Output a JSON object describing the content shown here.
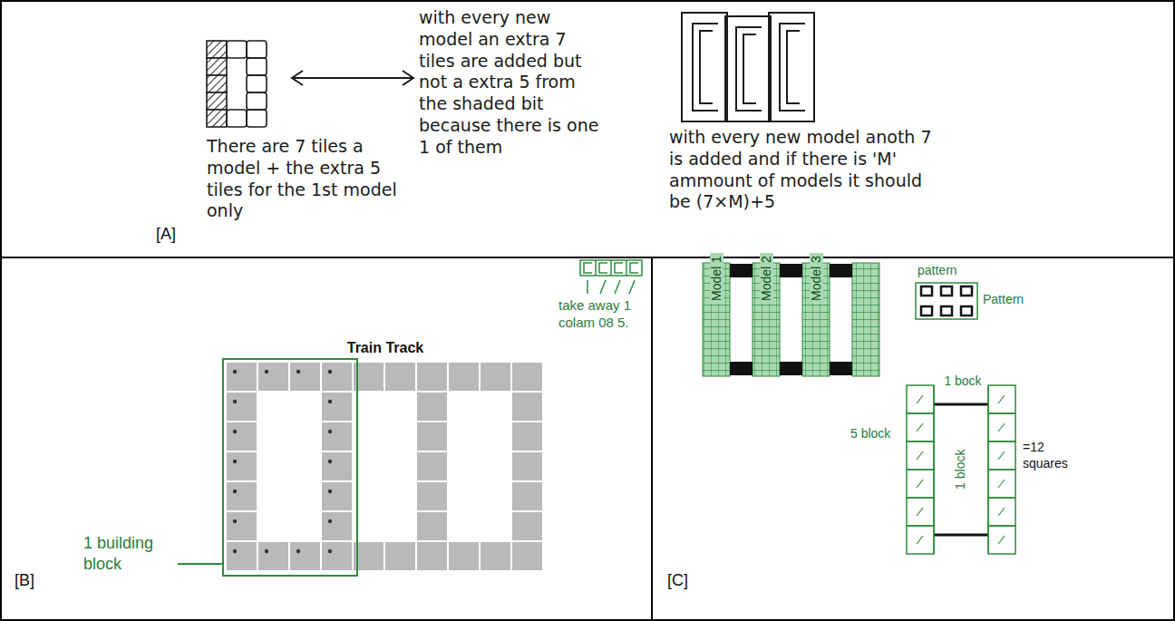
{
  "diagram": {
    "nodes": [
      {
        "text": [
          "[A]"
        ]
      },
      {
        "text": [
          "[B]"
        ]
      },
      {
        "text": [
          "[C]"
        ]
      }
    ],
    "labels": [
      "There are 7 tiles a model + the extra 5 tiles for the 1st model only",
      "with every new model an extra 7 tiles are added but not a extra 5 from the shaded bit because there is one 1 of them",
      "with every new model anoth 7 is added and if there is 'M' ammount of models it should be (7×M)+5",
      "Train Track",
      "1 building block",
      "take away 1 colam 08 5.",
      "Model 1",
      "Model 2",
      "Model 3",
      "pattern",
      "Pattern",
      "1 bock",
      "5 block",
      "1 block",
      "=12 squares"
    ]
  }
}
